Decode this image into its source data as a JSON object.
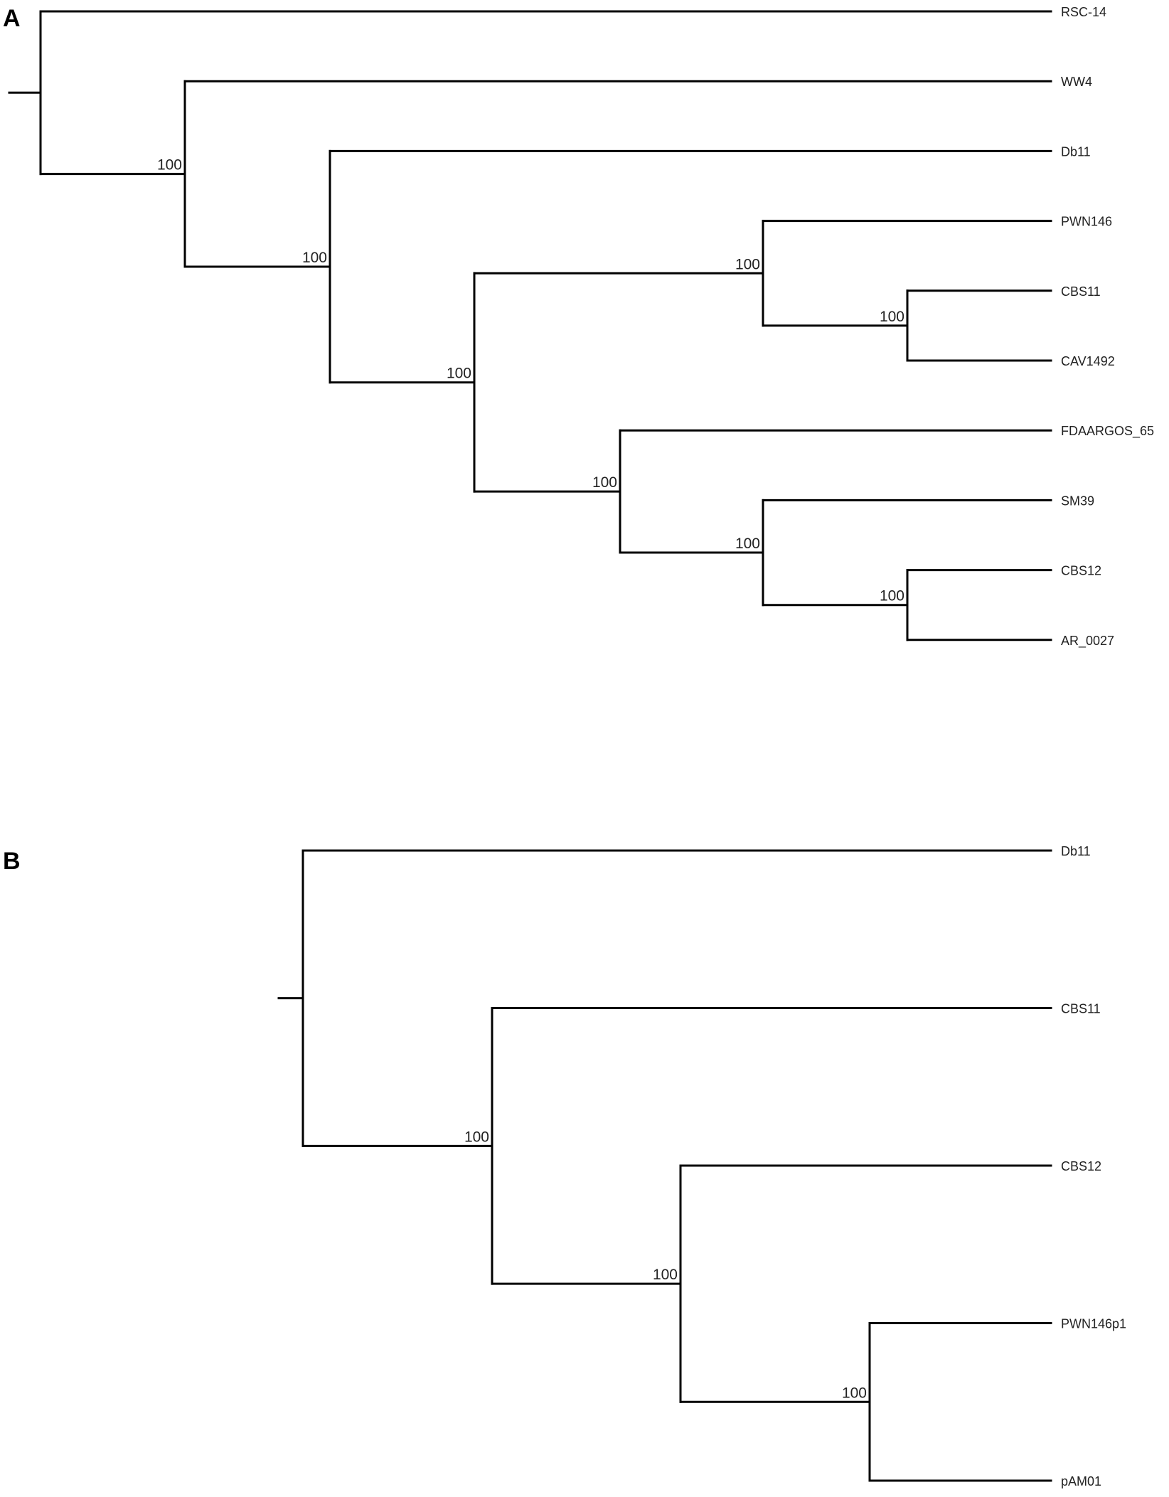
{
  "panels": [
    {
      "label": "A",
      "tree": {
        "support": "100",
        "children": [
          {
            "name": "RSC-14"
          },
          {
            "support": "100",
            "children": [
              {
                "name": "WW4"
              },
              {
                "support": "100",
                "children": [
                  {
                    "name": "Db11"
                  },
                  {
                    "support": "100",
                    "children": [
                      {
                        "support": "100",
                        "children": [
                          {
                            "name": "PWN146"
                          },
                          {
                            "support": "100",
                            "children": [
                              {
                                "name": "CBS11"
                              },
                              {
                                "name": "CAV1492"
                              }
                            ]
                          }
                        ]
                      },
                      {
                        "support": "100",
                        "children": [
                          {
                            "name": "FDAARGOS_65"
                          },
                          {
                            "support": "100",
                            "children": [
                              {
                                "name": "SM39"
                              },
                              {
                                "support": "100",
                                "children": [
                                  {
                                    "name": "CBS12"
                                  },
                                  {
                                    "name": "AR_0027"
                                  }
                                ]
                              }
                            ]
                          }
                        ]
                      }
                    ]
                  }
                ]
              }
            ]
          }
        ]
      }
    },
    {
      "label": "B",
      "tree": {
        "children": [
          {
            "name": "Db11"
          },
          {
            "support": "100",
            "children": [
              {
                "name": "CBS11"
              },
              {
                "support": "100",
                "children": [
                  {
                    "name": "CBS12"
                  },
                  {
                    "support": "100",
                    "children": [
                      {
                        "name": "PWN146p1"
                      },
                      {
                        "name": "pAM01"
                      }
                    ]
                  }
                ]
              }
            ]
          }
        ]
      }
    }
  ]
}
